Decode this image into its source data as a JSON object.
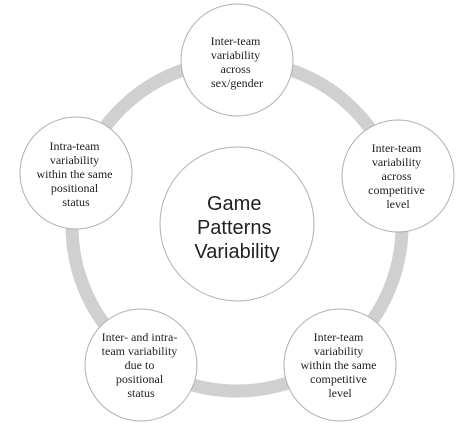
{
  "center": {
    "lines": [
      "Game",
      "Patterns",
      "Variability"
    ]
  },
  "nodes": [
    {
      "id": "sex-gender",
      "lines": [
        "Inter-team",
        "variability",
        "across",
        "sex/gender"
      ]
    },
    {
      "id": "competitive-level",
      "lines": [
        "Inter-team",
        "variability",
        "across",
        "competitive",
        "level"
      ]
    },
    {
      "id": "same-competitive-level",
      "lines": [
        "Inter-team",
        "variability",
        "within the same",
        "competitive",
        "level"
      ]
    },
    {
      "id": "positional-status",
      "lines": [
        "Inter- and intra-",
        "team variability",
        "due to",
        "positional",
        "status"
      ]
    },
    {
      "id": "same-positional-status",
      "lines": [
        "Intra-team",
        "variability",
        "within the same",
        "positional",
        "status"
      ]
    }
  ],
  "colors": {
    "ring": "#d0d0d0",
    "circle_fill": "#ffffff",
    "circle_stroke": "#b0b0b0",
    "text": "#222222"
  }
}
